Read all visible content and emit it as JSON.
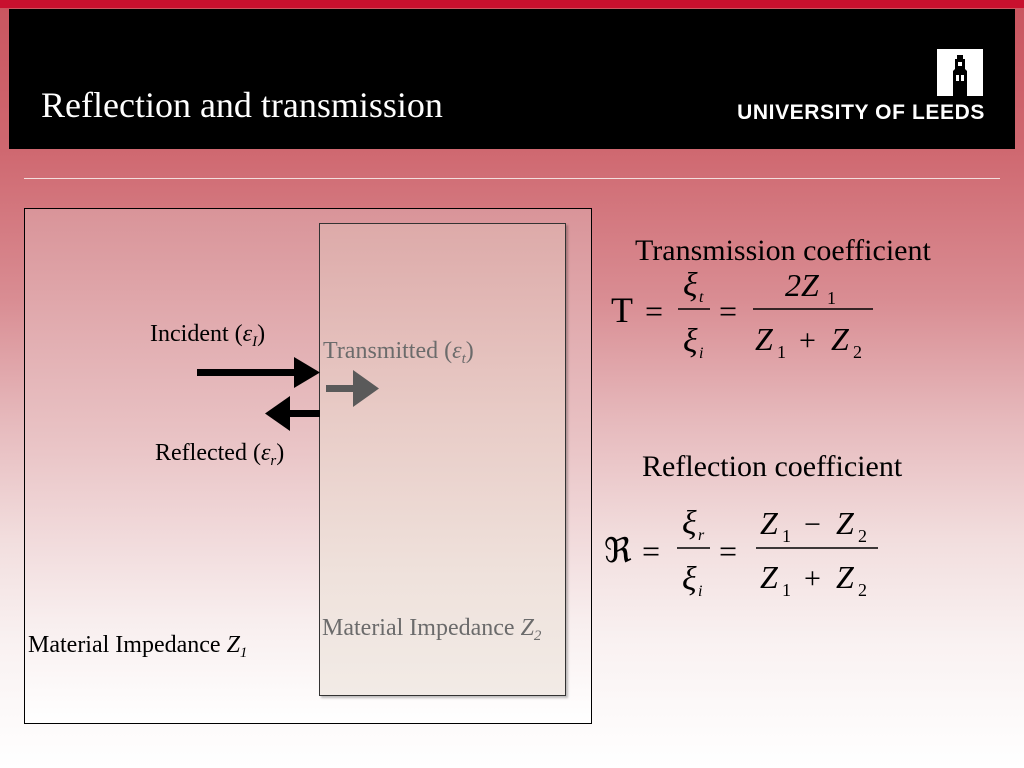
{
  "slide": {
    "title": "Reflection and transmission",
    "logo_text": "UNIVERSITY OF LEEDS"
  },
  "diagram": {
    "incident": {
      "text": "Incident (",
      "symbol": "ε",
      "subscript": "I",
      "close": ")"
    },
    "transmitted": {
      "text": "Transmitted (",
      "symbol": "ε",
      "subscript": "t",
      "close": ")"
    },
    "reflected": {
      "text": "Reflected (",
      "symbol": "ε",
      "subscript": "r",
      "close": ")"
    },
    "material1": {
      "text": "Material Impedance ",
      "symbol": "Z",
      "subscript": "1"
    },
    "material2": {
      "text": "Material Impedance ",
      "symbol": "Z",
      "subscript": "2"
    }
  },
  "transmission": {
    "heading": "Transmission coefficient",
    "lhs": "T",
    "equals": "=",
    "num_symbol": "ξ",
    "num_sub": "t",
    "den_symbol": "ξ",
    "den_sub": "i",
    "rhs_num": "2Z",
    "rhs_num_sub": "1",
    "z": "Z",
    "one": "1",
    "two": "2",
    "plus": "+"
  },
  "reflection": {
    "heading": "Reflection coefficient",
    "lhs": "ℜ",
    "equals": "=",
    "num_symbol": "ξ",
    "num_sub": "r",
    "den_symbol": "ξ",
    "den_sub": "i",
    "z": "Z",
    "one": "1",
    "two": "2",
    "minus": "−",
    "plus": "+"
  }
}
